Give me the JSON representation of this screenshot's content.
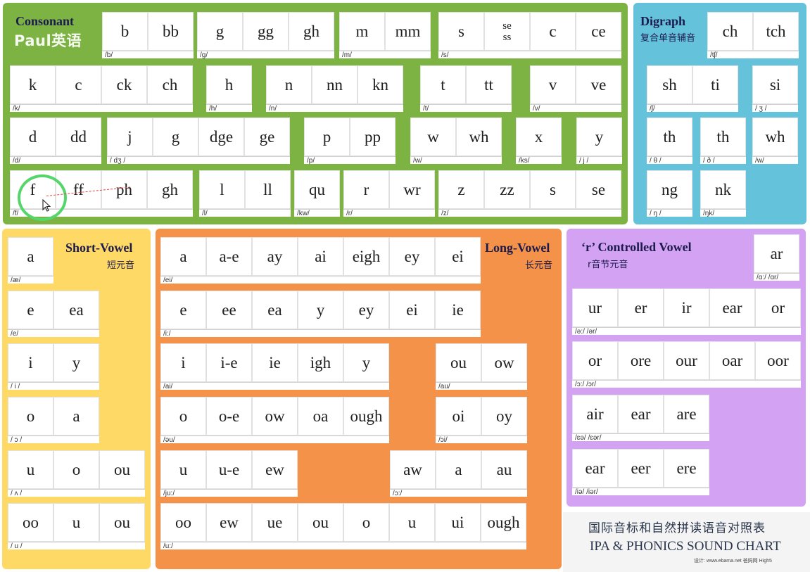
{
  "headers": {
    "consonant": "Consonant",
    "digraph": "Digraph",
    "digraph_cn": "复合单音辅音",
    "short_vowel": "Short-Vowel",
    "short_vowel_cn": "短元音",
    "long_vowel": "Long-Vowel",
    "long_vowel_cn": "长元音",
    "r_controlled": "‘r’ Controlled Vowel",
    "r_controlled_cn": "r音节元音"
  },
  "watermark": "Paul英语",
  "footer": {
    "title_cn": "国际音标和自然拼读语音对照表",
    "title_en": "IPA & PHONICS SOUND CHART",
    "credit": "设计: www.ebama.net  爸妈网  High5"
  },
  "colors": {
    "consonant": "#7cb342",
    "digraph": "#64c2da",
    "short_vowel": "#ffd966",
    "long_vowel": "#f5924a",
    "r_controlled": "#d3a2f3"
  },
  "annotations": {
    "cursor": "cursor-arrow-icon",
    "highlight": "green-circle-highlight"
  },
  "groups": {
    "c_b": {
      "cells": [
        "b",
        "bb"
      ],
      "ipa": "/b/"
    },
    "c_g": {
      "cells": [
        "g",
        "gg",
        "gh"
      ],
      "ipa": "/g/"
    },
    "c_m": {
      "cells": [
        "m",
        "mm"
      ],
      "ipa": "/m/"
    },
    "c_s": {
      "cells": [
        "s",
        "se\nss",
        "c",
        "ce"
      ],
      "ipa": "/s/"
    },
    "c_k": {
      "cells": [
        "k",
        "c",
        "ck",
        "ch"
      ],
      "ipa": "/k/"
    },
    "c_h": {
      "cells": [
        "h"
      ],
      "ipa": "/h/"
    },
    "c_n": {
      "cells": [
        "n",
        "nn",
        "kn"
      ],
      "ipa": "/n/"
    },
    "c_t": {
      "cells": [
        "t",
        "tt"
      ],
      "ipa": "/t/"
    },
    "c_v": {
      "cells": [
        "v",
        "ve"
      ],
      "ipa": "/v/"
    },
    "c_d": {
      "cells": [
        "d",
        "dd"
      ],
      "ipa": "/d/"
    },
    "c_j": {
      "cells": [
        "j",
        "g",
        "dge",
        "ge"
      ],
      "ipa": "/ dʒ /"
    },
    "c_p": {
      "cells": [
        "p",
        "pp"
      ],
      "ipa": "/p/"
    },
    "c_w": {
      "cells": [
        "w",
        "wh"
      ],
      "ipa": "/w/"
    },
    "c_x": {
      "cells": [
        "x"
      ],
      "ipa": "/ks/"
    },
    "c_y": {
      "cells": [
        "y"
      ],
      "ipa": "/ j /"
    },
    "c_f": {
      "cells": [
        "f",
        "ff",
        "ph",
        "gh"
      ],
      "ipa": "/f/"
    },
    "c_l": {
      "cells": [
        "l",
        "ll"
      ],
      "ipa": "/l/"
    },
    "c_qu": {
      "cells": [
        "qu"
      ],
      "ipa": "/kw/"
    },
    "c_r": {
      "cells": [
        "r",
        "wr"
      ],
      "ipa": "/r/"
    },
    "c_z": {
      "cells": [
        "z",
        "zz",
        "s",
        "se"
      ],
      "ipa": "/z/"
    },
    "d_ch": {
      "cells": [
        "ch",
        "tch"
      ],
      "ipa": "/tʃ/"
    },
    "d_sh": {
      "cells": [
        "sh",
        "ti"
      ],
      "ipa": "/ʃ/"
    },
    "d_si": {
      "cells": [
        "si"
      ],
      "ipa": "/ ʒ /"
    },
    "d_th1": {
      "cells": [
        "th"
      ],
      "ipa": "/ θ /"
    },
    "d_th2": {
      "cells": [
        "th"
      ],
      "ipa": "/ ð /"
    },
    "d_wh": {
      "cells": [
        "wh"
      ],
      "ipa": "/w/"
    },
    "d_ng": {
      "cells": [
        "ng"
      ],
      "ipa": "/ ŋ /"
    },
    "d_nk": {
      "cells": [
        "nk"
      ],
      "ipa": "/ŋk/"
    },
    "s_a": {
      "cells": [
        "a"
      ],
      "ipa": "/æ/"
    },
    "s_e": {
      "cells": [
        "e",
        "ea"
      ],
      "ipa": "/e/"
    },
    "s_i": {
      "cells": [
        "i",
        "y"
      ],
      "ipa": "/ i /"
    },
    "s_o": {
      "cells": [
        "o",
        "a"
      ],
      "ipa": "/ ɔ /"
    },
    "s_u": {
      "cells": [
        "u",
        "o",
        "ou"
      ],
      "ipa": "/ ʌ /"
    },
    "s_oo": {
      "cells": [
        "oo",
        "u",
        "ou"
      ],
      "ipa": "/ u /"
    },
    "l_ei": {
      "cells": [
        "a",
        "a-e",
        "ay",
        "ai",
        "eigh",
        "ey",
        "ei"
      ],
      "ipa": "/ei/"
    },
    "l_i": {
      "cells": [
        "e",
        "ee",
        "ea",
        "y",
        "ey",
        "ei",
        "ie"
      ],
      "ipa": "/i:/"
    },
    "l_ai": {
      "cells": [
        "i",
        "i-e",
        "ie",
        "igh",
        "y"
      ],
      "ipa": "/ai/"
    },
    "l_au": {
      "cells": [
        "ou",
        "ow"
      ],
      "ipa": "/au/"
    },
    "l_eu": {
      "cells": [
        "o",
        "o-e",
        "ow",
        "oa",
        "ough"
      ],
      "ipa": "/əu/"
    },
    "l_oi": {
      "cells": [
        "oi",
        "oy"
      ],
      "ipa": "/ɔi/"
    },
    "l_ju": {
      "cells": [
        "u",
        "u-e",
        "ew"
      ],
      "ipa": "/ju:/"
    },
    "l_aw": {
      "cells": [
        "aw",
        "a",
        "au"
      ],
      "ipa": "/ɔ:/"
    },
    "l_u": {
      "cells": [
        "oo",
        "ew",
        "ue",
        "ou",
        "o",
        "u",
        "ui",
        "ough"
      ],
      "ipa": "/u:/"
    },
    "r_ar": {
      "cells": [
        "ar"
      ],
      "ipa": "/ɑ:/ /ɑr/"
    },
    "r_ur": {
      "cells": [
        "ur",
        "er",
        "ir",
        "ear",
        "or"
      ],
      "ipa": "/ə:/ /ər/"
    },
    "r_or": {
      "cells": [
        "or",
        "ore",
        "our",
        "oar",
        "oor"
      ],
      "ipa": "/ɔ:/ /ɔr/"
    },
    "r_air": {
      "cells": [
        "air",
        "ear",
        "are"
      ],
      "ipa": "/ɛə/ /ɛər/"
    },
    "r_ear": {
      "cells": [
        "ear",
        "eer",
        "ere"
      ],
      "ipa": "/iə/ /iər/"
    }
  }
}
